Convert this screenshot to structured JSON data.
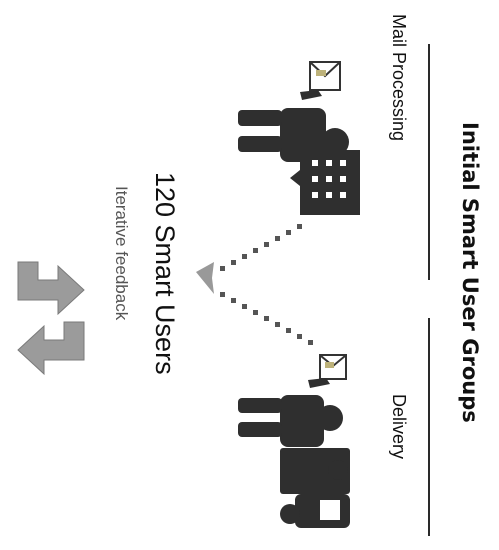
{
  "title": "Initial Smart User Groups",
  "groups": [
    {
      "label": "Mail Processing",
      "icon": "worker-with-factory-icon"
    },
    {
      "label": "Delivery",
      "icon": "worker-with-delivery-truck-icon"
    }
  ],
  "users": {
    "count_label": "120 Smart Users",
    "subtitle": "Iterative feedback"
  },
  "icons": {
    "cycle": "recycle-arrows-icon"
  },
  "colors": {
    "ink": "#2a2a2a",
    "dots": "#555555",
    "arrow": "#999999"
  }
}
